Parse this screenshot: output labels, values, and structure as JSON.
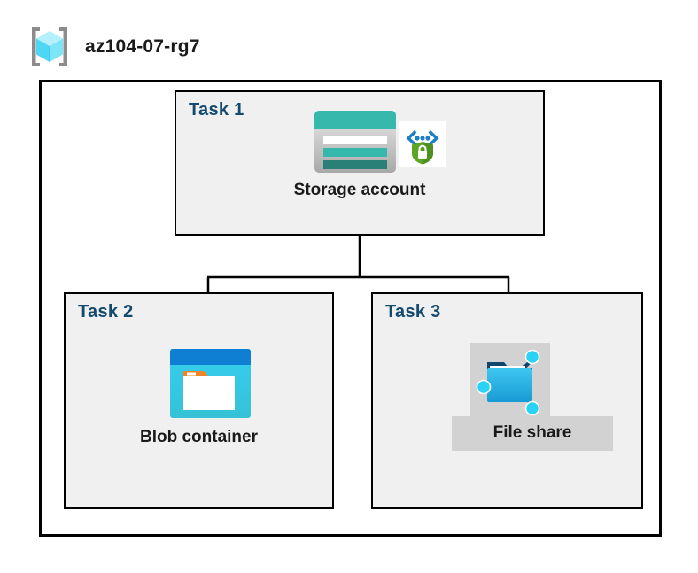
{
  "header": {
    "title": "az104-07-rg7",
    "icon": "resource-group-icon"
  },
  "diagram": {
    "type": "azure-architecture",
    "container_name": "resource-group-boundary",
    "tasks": [
      {
        "id": "task1",
        "label": "Task 1",
        "node_caption": "Storage account",
        "icons": [
          "storage-account-icon",
          "secure-endpoint-shield-icon"
        ],
        "highlighted": false
      },
      {
        "id": "task2",
        "label": "Task 2",
        "node_caption": "Blob container",
        "icons": [
          "blob-container-icon"
        ],
        "highlighted": false
      },
      {
        "id": "task3",
        "label": "Task 3",
        "node_caption": "File share",
        "icons": [
          "file-share-icon"
        ],
        "highlighted": true
      }
    ],
    "connections": [
      {
        "from": "Storage account",
        "to": "Blob container"
      },
      {
        "from": "Storage account",
        "to": "File share"
      }
    ]
  },
  "colors": {
    "task_label": "#134a6e",
    "task_box_fill": "#f0f0f0",
    "border": "#000000",
    "highlight": "#d2d2d2",
    "storage_teal": "#37b8ad",
    "storage_teal_dark": "#2a8076",
    "blob_blue": "#0f7fd4",
    "blob_cyan": "#32c8ef",
    "blob_orange": "#f28326",
    "fileshare_blue": "#2ab4e8",
    "shield_green": "#5ca524",
    "cube_cyan": "#7fe3f7",
    "bracket_gray": "#8c8c8c"
  }
}
